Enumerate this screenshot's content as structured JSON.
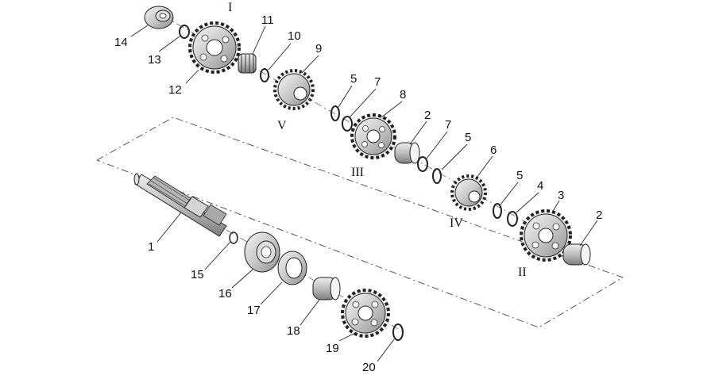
{
  "diagram": {
    "roman_labels": [
      "I",
      "V",
      "III",
      "IV",
      "II"
    ],
    "part_numbers": [
      "14",
      "13",
      "12",
      "11",
      "10",
      "9",
      "5",
      "7",
      "8",
      "2",
      "7",
      "5",
      "6",
      "5",
      "4",
      "3",
      "2",
      "1",
      "15",
      "16",
      "17",
      "18",
      "19",
      "20"
    ]
  }
}
